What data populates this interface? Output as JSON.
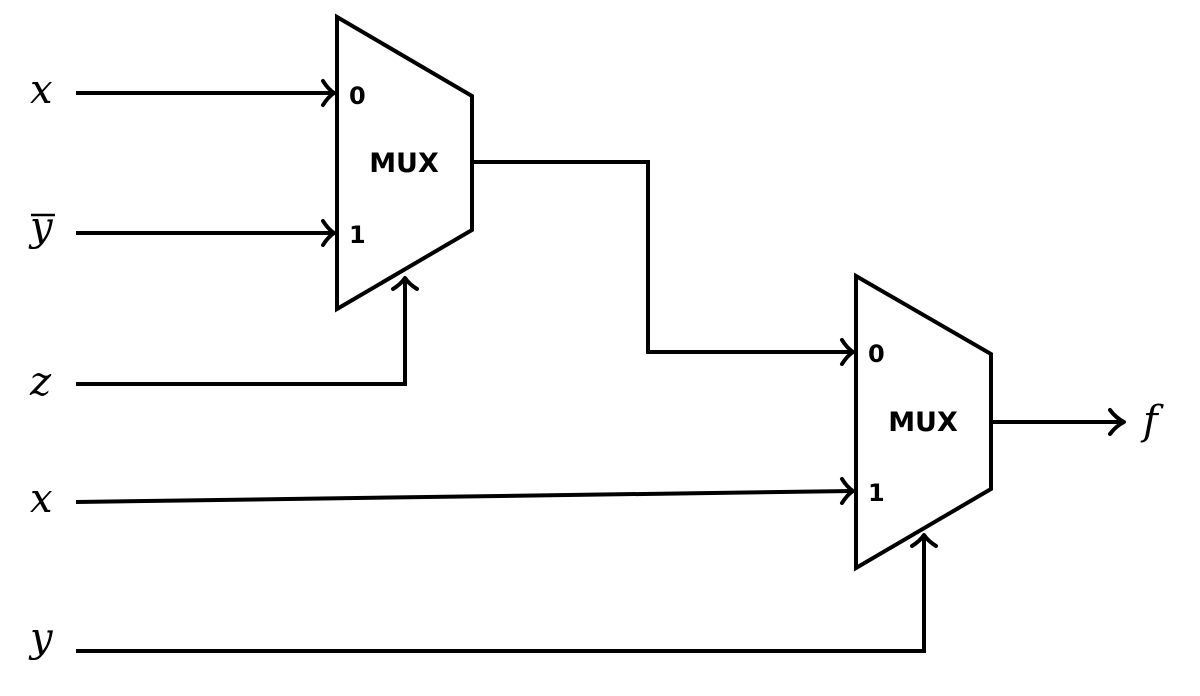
{
  "inputs": {
    "mux1_in0": "x",
    "mux1_in1": "y",
    "mux1_in1_negated": true,
    "mux1_select": "z",
    "mux2_in1": "x",
    "mux2_select": "y"
  },
  "output": "f",
  "mux1": {
    "label": "MUX",
    "port0": "0",
    "port1": "1"
  },
  "mux2": {
    "label": "MUX",
    "port0": "0",
    "port1": "1"
  },
  "colors": {
    "stroke": "#000000",
    "background": "#ffffff"
  }
}
